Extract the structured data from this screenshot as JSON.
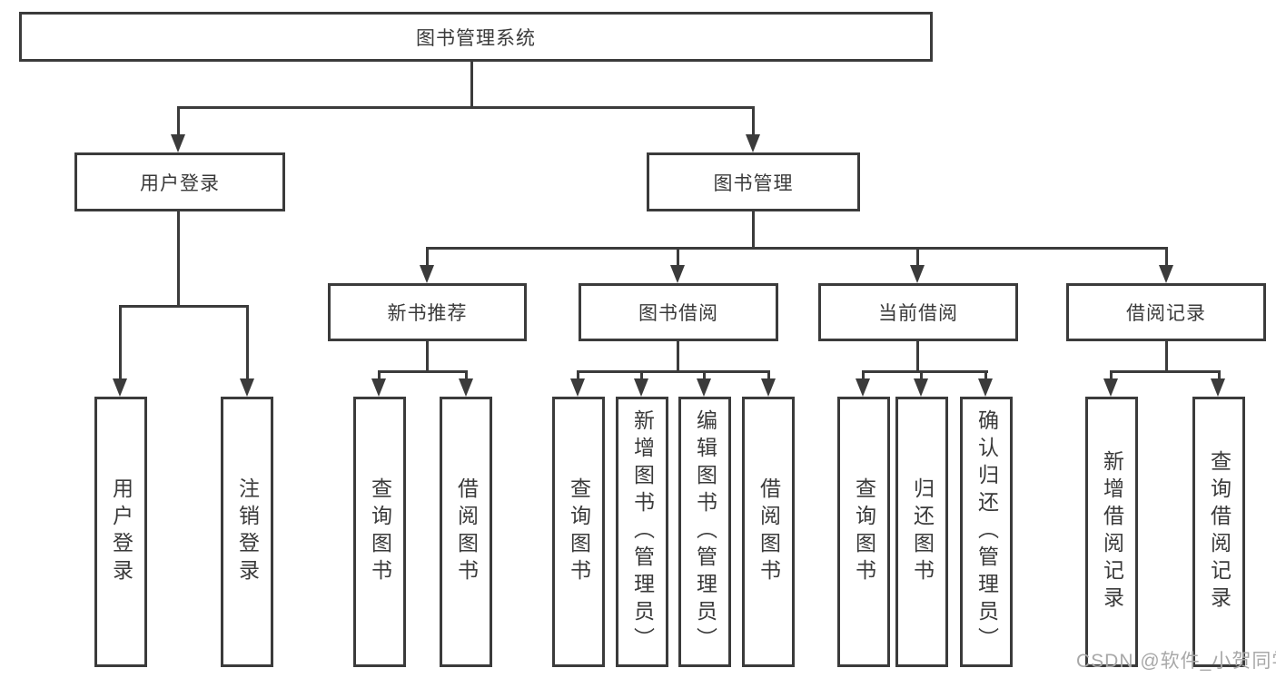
{
  "diagram": {
    "root": {
      "label": "图书管理系统"
    },
    "branches": [
      {
        "label": "用户登录",
        "children": [
          {
            "label": "用户登录"
          },
          {
            "label": "注销登录"
          }
        ]
      },
      {
        "label": "图书管理",
        "children": [
          {
            "label": "新书推荐",
            "children": [
              {
                "label": "查询图书"
              },
              {
                "label": "借阅图书"
              }
            ]
          },
          {
            "label": "图书借阅",
            "children": [
              {
                "label": "查询图书"
              },
              {
                "label": "新增图书（管理员）"
              },
              {
                "label": "编辑图书（管理员）"
              },
              {
                "label": "借阅图书"
              }
            ]
          },
          {
            "label": "当前借阅",
            "children": [
              {
                "label": "查询图书"
              },
              {
                "label": "归还图书"
              },
              {
                "label": "确认归还（管理员）"
              }
            ]
          },
          {
            "label": "借阅记录",
            "children": [
              {
                "label": "新增借阅记录"
              },
              {
                "label": "查询借阅记录"
              }
            ]
          }
        ]
      }
    ]
  },
  "watermark": {
    "text": "CSDN @软件_小贺同学"
  },
  "colors": {
    "line": "#3b3b3b",
    "node_text": "#3a3a3a",
    "watermark_text": "#a8a8a8",
    "background": "#ffffff"
  }
}
